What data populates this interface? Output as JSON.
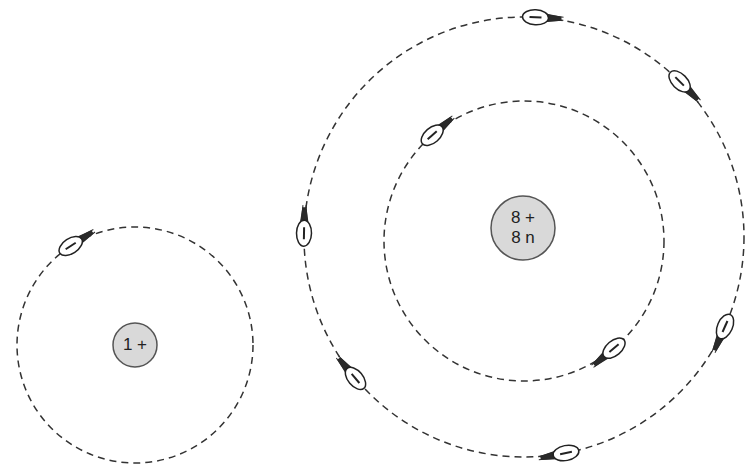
{
  "diagram": {
    "nodes": [
      {
        "text": [
          "1 +"
        ]
      },
      {
        "text": [
          "8 +",
          "8 n"
        ]
      }
    ]
  }
}
